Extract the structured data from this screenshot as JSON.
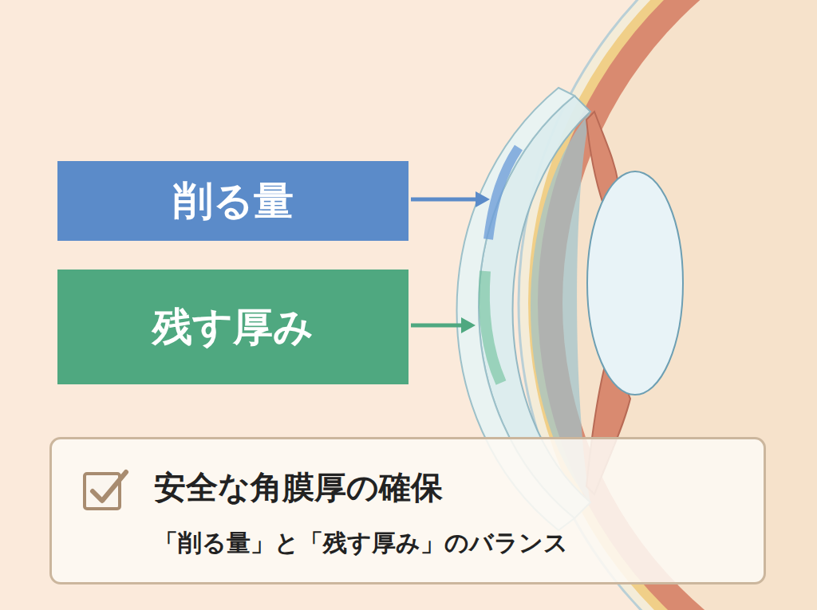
{
  "diagram": {
    "nodes": [
      {
        "text": [
          "削る量"
        ]
      },
      {
        "text": [
          "残す厚み"
        ]
      },
      {
        "text": [
          "安全な角膜厚の確保",
          "「削る量」と「残す厚み」のバランス"
        ]
      }
    ]
  }
}
